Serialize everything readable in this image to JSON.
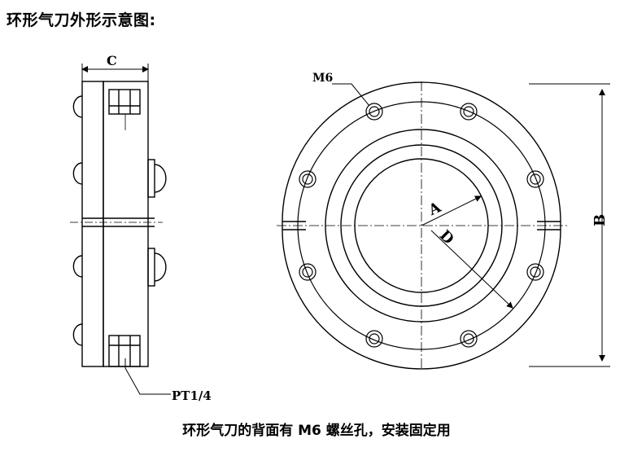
{
  "header": {
    "title": "环形气刀外形示意图:"
  },
  "caption": {
    "text": "环形气刀的背面有 M6 螺丝孔，安装固定用"
  },
  "labels": {
    "dim_c": "C",
    "dim_b": "B",
    "dim_a": "A",
    "dim_d": "D",
    "screw": "M6",
    "port": "PT1/4"
  }
}
